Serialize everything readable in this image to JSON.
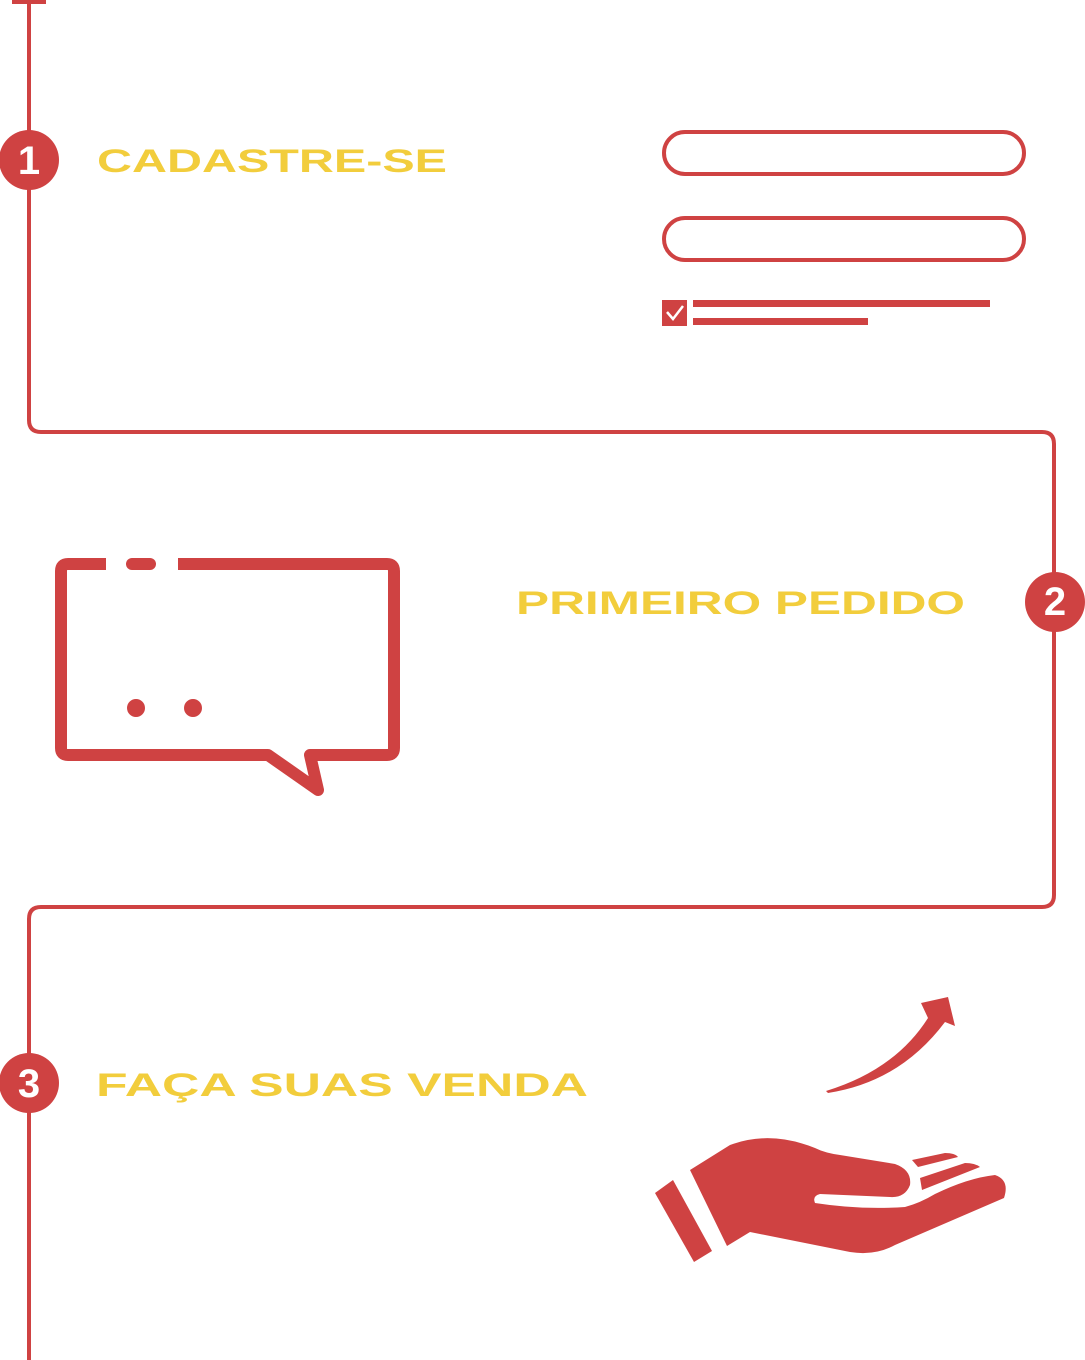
{
  "colors": {
    "accent": "#cf4242",
    "title": "#f2cd3c",
    "background": "#ffffff"
  },
  "steps": [
    {
      "number": "1",
      "title": "CADASTRE-SE",
      "icon": "signup-form-icon"
    },
    {
      "number": "2",
      "title": "PRIMEIRO  PEDIDO",
      "icon": "chat-bubble-icon"
    },
    {
      "number": "3",
      "title": "FAÇA  SUAS  VENDA",
      "icon": "hand-growth-icon"
    }
  ]
}
